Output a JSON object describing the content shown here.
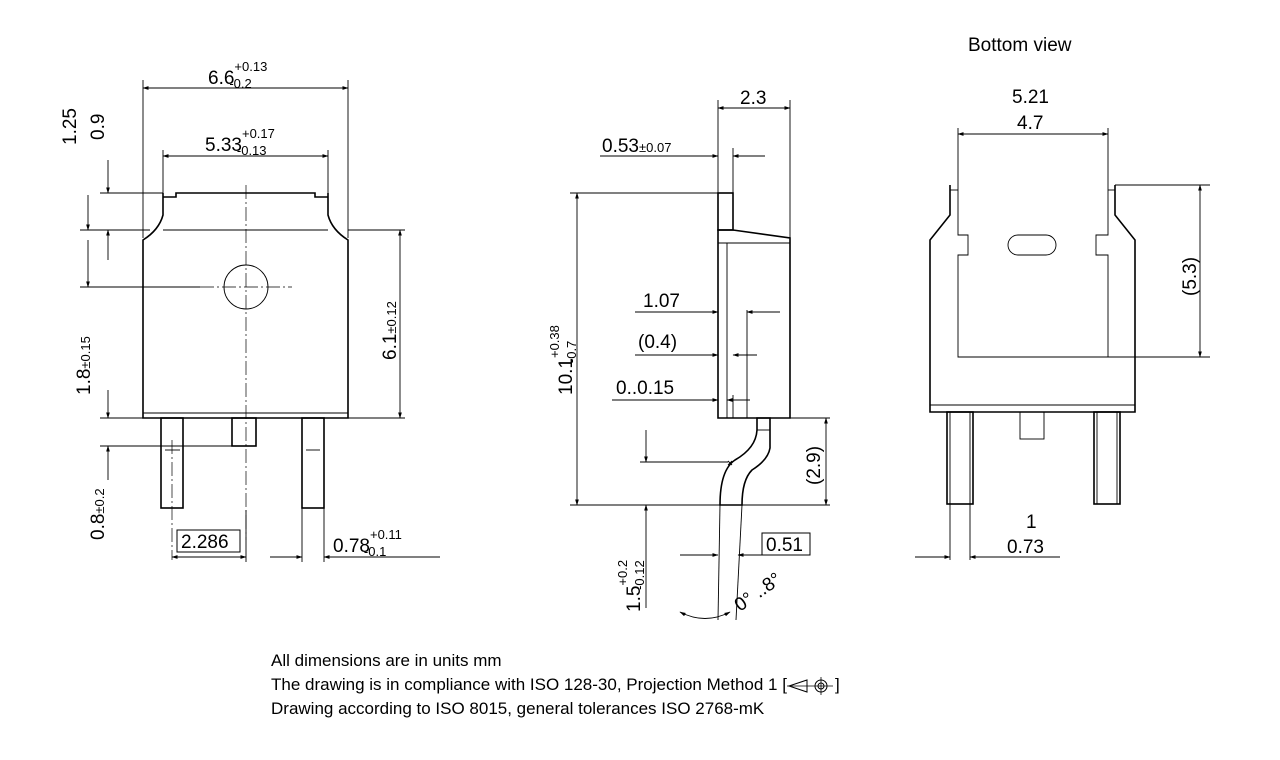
{
  "titles": {
    "bottom_view": "Bottom view"
  },
  "front_view": {
    "overall_width": {
      "base": "6.6",
      "upper": "+0.13",
      "lower": "-0.2"
    },
    "tab_width": {
      "base": "5.33",
      "upper": "+0.17",
      "lower": "-0.13"
    },
    "dim_125": "1.25",
    "dim_09": "0.9",
    "dim_18": {
      "base": "1.8",
      "tol": "±0.15"
    },
    "height_61": {
      "base": "6.1",
      "tol": "±0.12"
    },
    "dim_08": {
      "base": "0.8",
      "tol": "±0.2"
    },
    "pitch_boxed": "2.286",
    "lead_width": {
      "base": "0.78",
      "upper": "+0.11",
      "lower": "-0.1"
    }
  },
  "side_view": {
    "thickness_23": "2.3",
    "dim_053": {
      "base": "0.53",
      "tol": "±0.07"
    },
    "total_height": {
      "base": "10.1",
      "upper": "+0.38",
      "lower": "-0.7"
    },
    "dim_107": "1.07",
    "dim_04": "(0.4)",
    "dim_0015": "0..0.15",
    "dim_29": "(2.9)",
    "dim_15": {
      "base": "1.5",
      "upper": "+0.2",
      "lower": "-0.12"
    },
    "boxed_051": "0.51",
    "angle": "0° ..8°"
  },
  "bottom_view": {
    "dim_521": "5.21",
    "dim_47": "4.7",
    "dim_53": "(5.3)",
    "dim_1": "1",
    "dim_073": "0.73"
  },
  "notes": [
    "All dimensions are in units mm",
    "The drawing is in compliance with ISO 128-30, Projection Method 1 [",
    "]",
    "Drawing according to ISO 8015, general tolerances ISO 2768-mK"
  ]
}
